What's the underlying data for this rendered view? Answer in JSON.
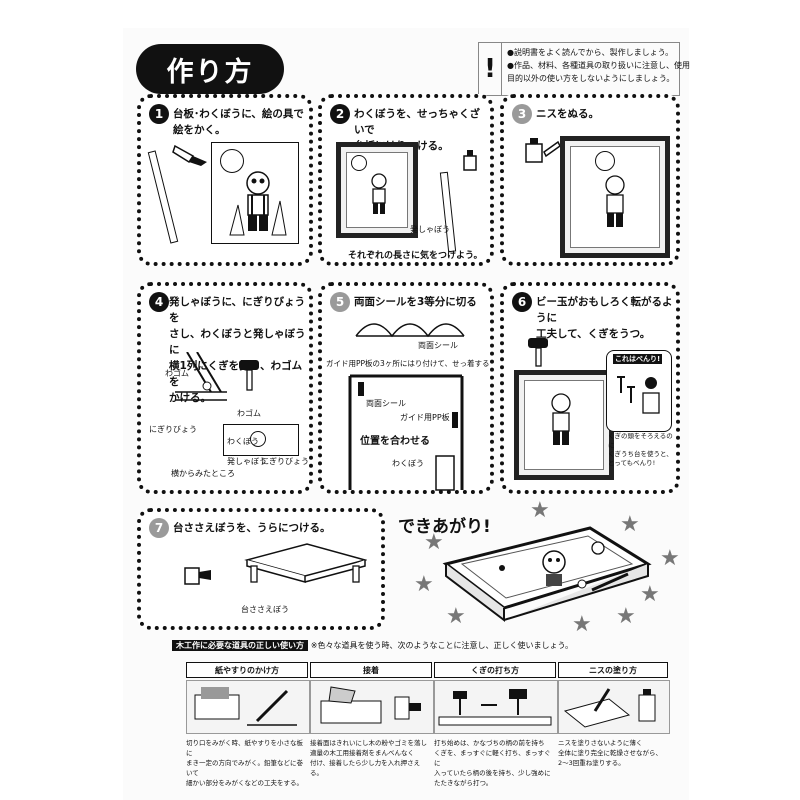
{
  "title": "作り方",
  "warning": {
    "icon": "exclamation-icon",
    "lines": [
      "●説明書をよく読んでから、製作しましょう。",
      "●作品、材料、各種道具の取り扱いに注意し、使用",
      "目的以外の使い方をしないようにしましょう。"
    ]
  },
  "steps": [
    {
      "num": "1",
      "text": "台板･わくぼうに、絵の具で\n絵をかく。",
      "labels": []
    },
    {
      "num": "2",
      "text": "わくぼうを、せっちゃくざいで\n台板にはりつける。",
      "labels": [
        "発しゃぼう",
        "それぞれの長さに気をつけよう。"
      ]
    },
    {
      "num": "3",
      "text": "ニスをぬる。",
      "labels": []
    },
    {
      "num": "4",
      "text": "発しゃぼうに、にぎりびょうを\nさし、わくぼうと発しゃぼうに\n横1列にくぎを打ち、わゴムを\nかける。",
      "labels": [
        "わゴム",
        "にぎりびょう",
        "わゴム",
        "わくぼう",
        "発しゃぼう",
        "にぎりびょう",
        "横からみたところ"
      ]
    },
    {
      "num": "5",
      "text": "両面シールを3等分に切る",
      "labels": [
        "両面シール",
        "ガイド用PP板の3ヶ所にはり付けて、せっ着する",
        "両面シール",
        "ガイド用PP板",
        "位置を合わせる",
        "わくぼう"
      ]
    },
    {
      "num": "6",
      "text": "ビー玉がおもしろく転がるように\n工夫して、くぎをうつ。",
      "labels": [
        "これはべんり!",
        "くぎの頭をそろえるのに\nくぎうち台を使うと、\nとってもべんり!"
      ]
    },
    {
      "num": "7",
      "text": "台ささえぼうを、うらにつける。",
      "labels": [
        "台ささえぼう"
      ]
    }
  ],
  "finished": "できあがり!",
  "guide": {
    "tag": "木工作に必要な道具の正しい使い方",
    "intro": "※色々な道具を使う時、次のようなことに注意し、正しく使いましょう。",
    "boxes": [
      {
        "title": "紙やすりのかけ方",
        "text": "切り口をみがく時、紙やすりを小さな板に\nまき一定の方向でみがく。鉛筆などに巻いて\n細かい部分をみがくなどの工夫をする。"
      },
      {
        "title": "接着",
        "text": "接着面はきれいにし木の粉やゴミを落し\n適量の木工用接着剤をまんべんなく\n付け、接着したら少し力を入れ押さえる。"
      },
      {
        "title": "くぎの打ち方",
        "text": "打ち始めは、かなづちの柄の前を持ち\nくぎを、まっすぐに軽く打ち、まっすぐに\n入っていたら柄の後を持ち、少し強めに\nたたきながら打つ。"
      },
      {
        "title": "ニスの塗り方",
        "text": "ニスを塗りさないように薄く\n全体に塗り完全に乾燥させながら、\n2～3回重ね塗りする。"
      }
    ]
  }
}
